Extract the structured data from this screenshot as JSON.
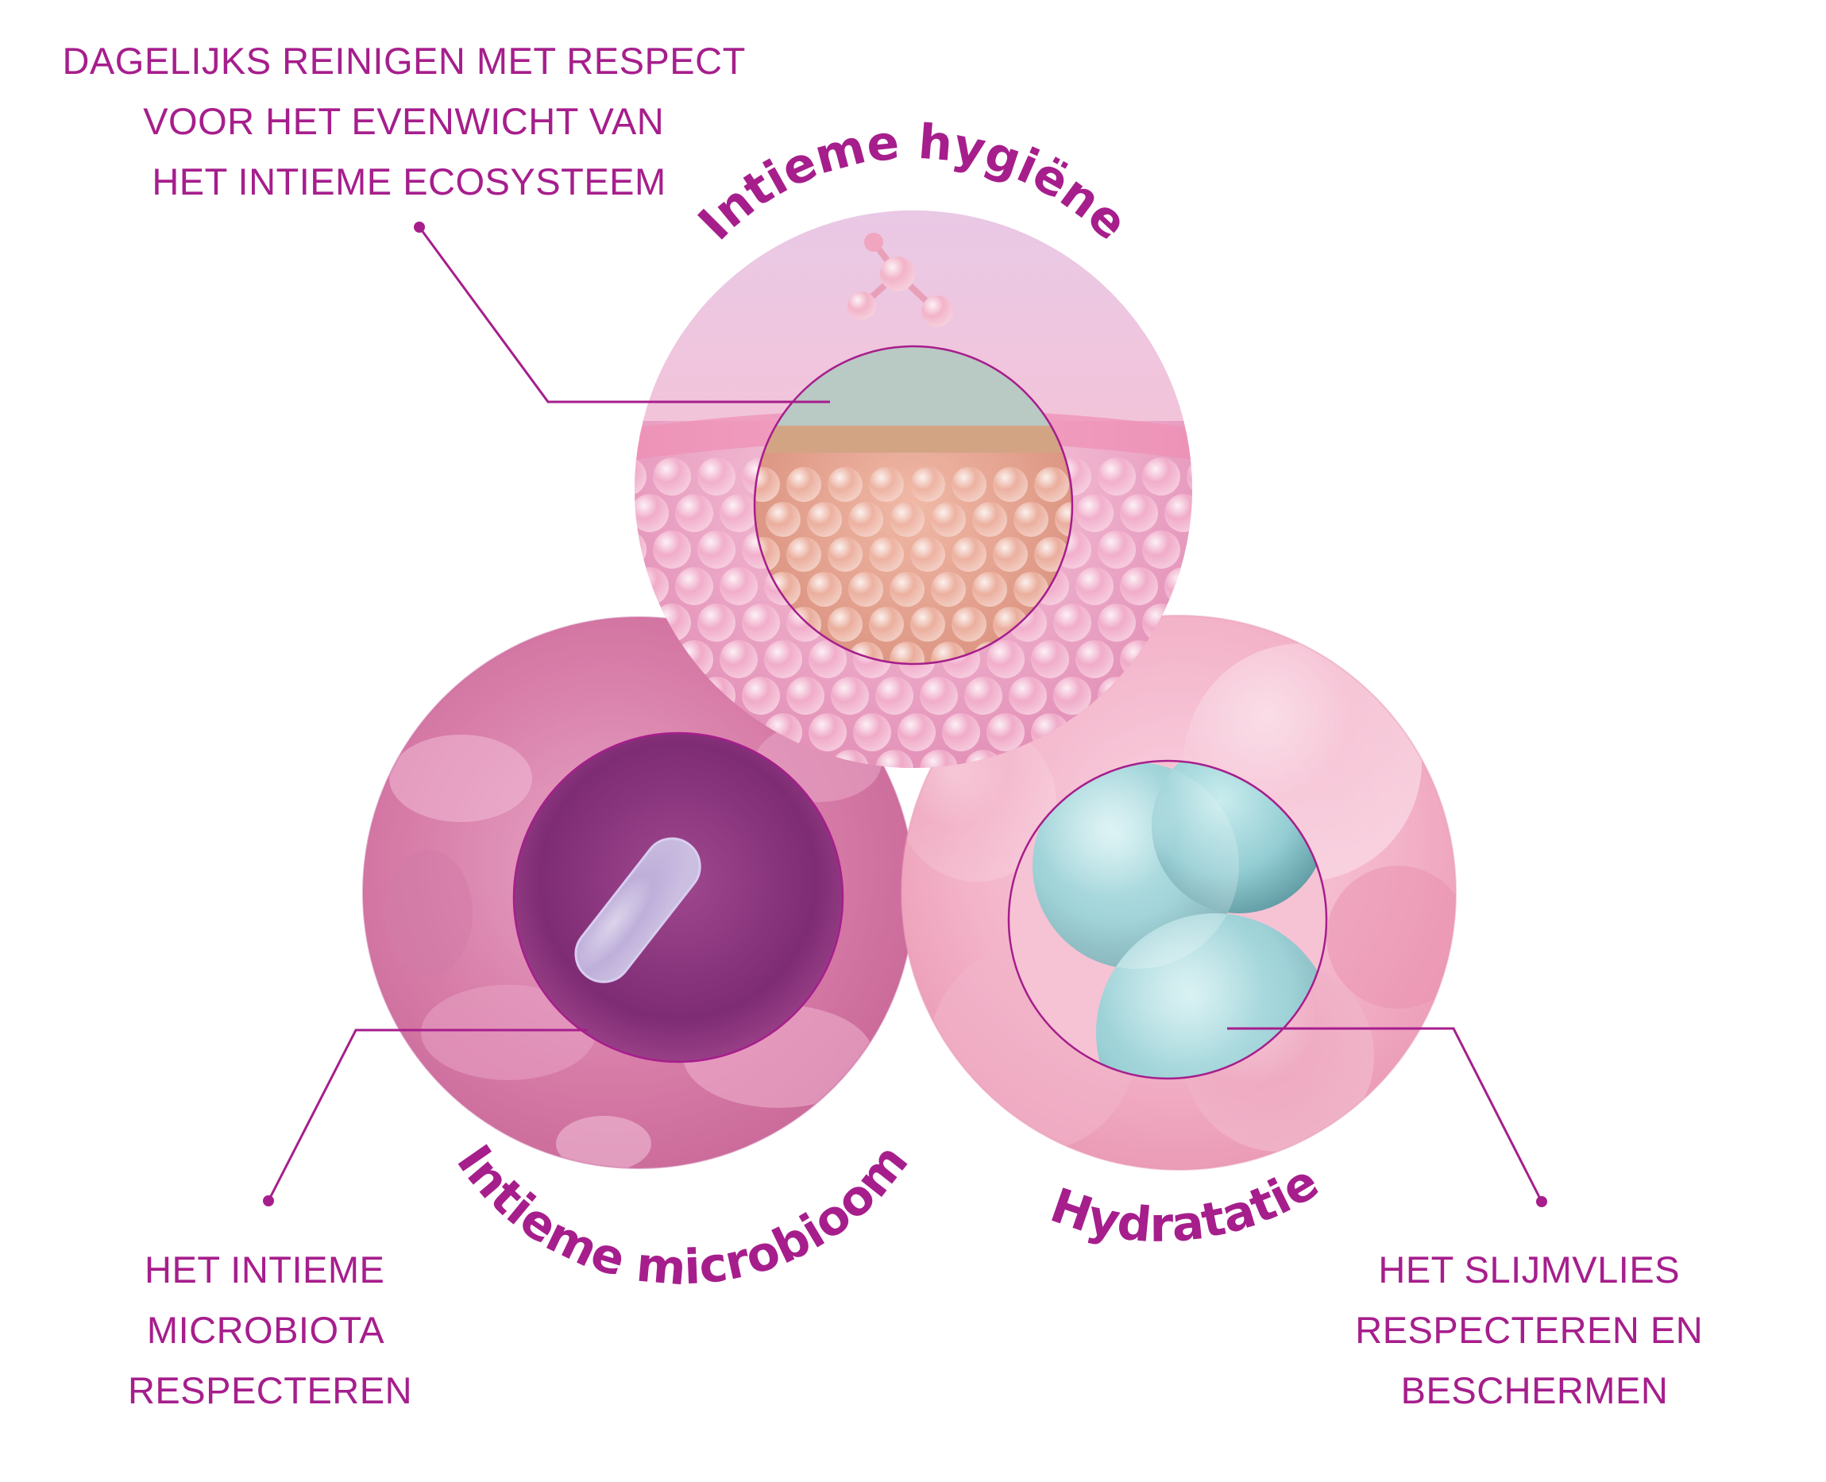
{
  "colors": {
    "accent": "#a61e8c",
    "hygiene_fill": "#f1b6d2",
    "microbiome_fill": "#d8799f",
    "hydration_fill": "#f5b9cf",
    "hygiene_inner": "#d99a8c",
    "microbiome_inner": "#7e2c74",
    "hydration_inner": "#9fd4d8"
  },
  "circles": {
    "hygiene": {
      "title": "Intieme hygiëne"
    },
    "microbiome": {
      "title": "Intieme microbioom"
    },
    "hydration": {
      "title": "Hydratatie"
    }
  },
  "callouts": {
    "hygiene": {
      "lines": [
        "DAGELIJKS REINIGEN MET RESPECT",
        "VOOR HET EVENWICHT VAN",
        "HET INTIEME ECOSYSTEEM"
      ]
    },
    "microbiome": {
      "lines": [
        "HET INTIEME",
        "MICROBIOTA",
        "RESPECTEREN"
      ]
    },
    "hydration": {
      "lines": [
        "HET SLIJMVLIES",
        "RESPECTEREN EN",
        "BESCHERMEN"
      ]
    }
  },
  "icons": [
    "molecule-icon",
    "bacterium-icon",
    "water-drops-icon",
    "skin-cells-icon"
  ]
}
